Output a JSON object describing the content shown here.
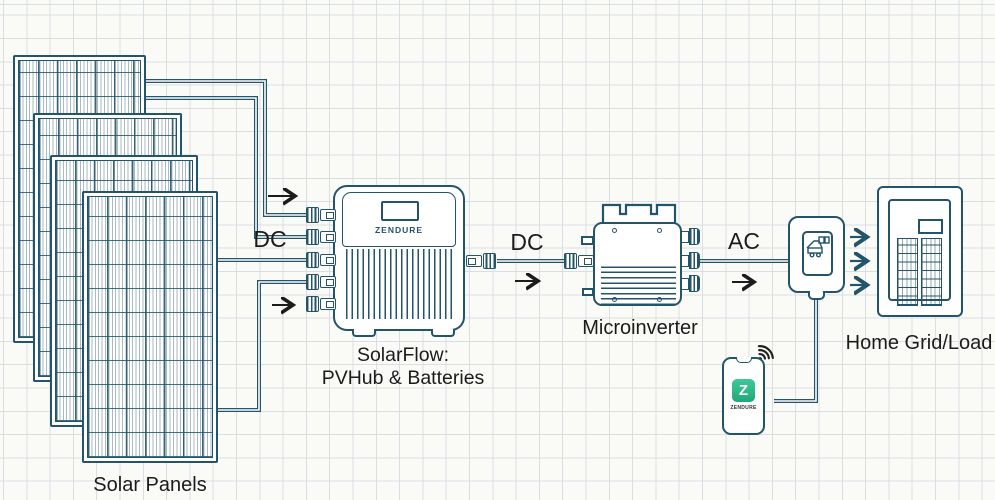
{
  "colors": {
    "ink": "#24546a",
    "label": "#1b1b1b",
    "app_green": "#2eb78a",
    "paper": "#fafaf7",
    "grid": "#d9dee3"
  },
  "diagram": {
    "solar_panels": {
      "label": "Solar Panels",
      "count": 4
    },
    "flow_labels": {
      "dc_panels": "DC",
      "dc_hub": "DC",
      "ac": "AC"
    },
    "pvhub": {
      "brand": "ZENDURE",
      "label_line1": "SolarFlow:",
      "label_line2": "PVHub & Batteries"
    },
    "microinverter": {
      "label": "Microinverter"
    },
    "home_grid": {
      "label": "Home Grid/Load"
    },
    "app": {
      "letter": "Z",
      "label": "ZENDURE"
    },
    "icons": {
      "wifi": "wifi-icon",
      "meter": "home-energy-meter-icon",
      "app": "zendure-app-icon"
    }
  }
}
